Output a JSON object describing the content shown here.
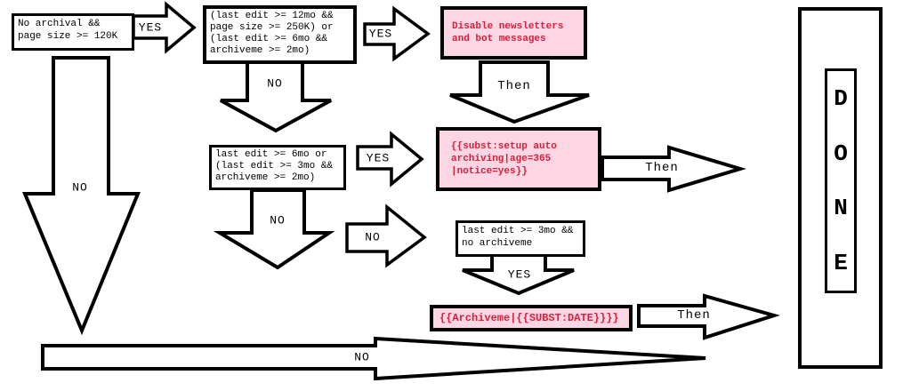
{
  "colors": {
    "action_box_bg": "#FCD6E3",
    "action_text": "#DC1C3C",
    "outline": "#000000"
  },
  "nodes": {
    "cond_start": {
      "lines": [
        "No archival &&",
        "page size >= 120K"
      ]
    },
    "cond_12mo": {
      "lines": [
        "(last edit >= 12mo &&",
        "page size >= 250K) or",
        "(last edit >= 6mo &&",
        "archiveme >= 2mo)"
      ]
    },
    "cond_6mo": {
      "lines": [
        "last edit >= 6mo or",
        "(last edit >= 3mo &&",
        "archiveme >= 2mo)"
      ]
    },
    "cond_3mo": {
      "lines": [
        "last edit >= 3mo &&",
        "no archiveme"
      ]
    },
    "action_disable": {
      "lines": [
        "Disable newsletters",
        "and bot messages"
      ]
    },
    "action_setup": {
      "lines": [
        "{{subst:setup auto",
        "archiving|age=365",
        "|notice=yes}}"
      ]
    },
    "action_archiveme": {
      "lines": [
        "{{Archiveme|{{SUBST:DATE}}}}"
      ]
    },
    "done": {
      "letters": [
        "D",
        "O",
        "N",
        "E"
      ]
    }
  },
  "arrow_labels": {
    "yes_1": "YES",
    "yes_2": "YES",
    "yes_3": "YES",
    "yes_4": "YES",
    "no_1": "NO",
    "no_2": "NO",
    "no_3": "NO",
    "no_4": "NO",
    "no_5": "NO",
    "then_1": "Then",
    "then_2": "Then",
    "then_3": "Then"
  }
}
